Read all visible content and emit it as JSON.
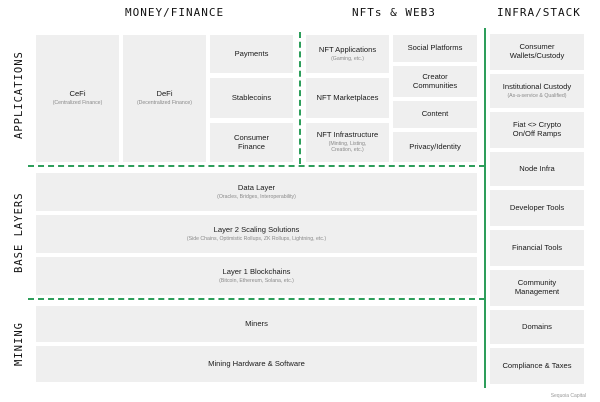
{
  "headers": {
    "money": "MONEY/FINANCE",
    "nft": "NFTs & WEB3",
    "infra": "INFRA/STACK"
  },
  "rows": {
    "applications": "APPLICATIONS",
    "base_layers": "BASE LAYERS",
    "mining": "MINING"
  },
  "boxes": {
    "cefi": {
      "title": "CeFi",
      "sub": "(Centralized Finance)"
    },
    "defi": {
      "title": "DeFi",
      "sub": "(Decentralized Finance)"
    },
    "payments": {
      "title": "Payments"
    },
    "stablecoins": {
      "title": "Stablecoins"
    },
    "consumer_finance": {
      "title": "Consumer\nFinance"
    },
    "nft_applications": {
      "title": "NFT Applications",
      "sub": "(Gaming, etc.)"
    },
    "nft_marketplaces": {
      "title": "NFT Marketplaces"
    },
    "nft_infrastructure": {
      "title": "NFT Infrastructure",
      "sub": "(Minting, Listing,\nCreation, etc.)"
    },
    "social_platforms": {
      "title": "Social Platforms"
    },
    "creator_communities": {
      "title": "Creator\nCommunities"
    },
    "content": {
      "title": "Content"
    },
    "privacy_identity": {
      "title": "Privacy/Identity"
    },
    "data_layer": {
      "title": "Data Layer",
      "sub": "(Oracles, Bridges, Interoperability)"
    },
    "layer2": {
      "title": "Layer 2 Scaling Solutions",
      "sub": "(Side Chains, Optimistic Rollups, ZK Rollups, Lightning, etc.)"
    },
    "layer1": {
      "title": "Layer 1 Blockchains",
      "sub": "(Bitcoin, Ethereum, Solana, etc.)"
    },
    "miners": {
      "title": "Miners"
    },
    "mining_hw": {
      "title": "Mining Hardware & Software"
    },
    "consumer_wallets": {
      "title": "Consumer\nWallets/Custody"
    },
    "institutional_custody": {
      "title": "Institutional Custody",
      "sub": "(As-a-service & Qualified)"
    },
    "fiat_ramps": {
      "title": "Fiat <> Crypto\nOn/Off Ramps"
    },
    "node_infra": {
      "title": "Node Infra"
    },
    "developer_tools": {
      "title": "Developer Tools"
    },
    "financial_tools": {
      "title": "Financial Tools"
    },
    "community_management": {
      "title": "Community\nManagement"
    },
    "domains": {
      "title": "Domains"
    },
    "compliance": {
      "title": "Compliance & Taxes"
    }
  },
  "credit": "Sequoia Capital",
  "colors": {
    "accent": "#2e9e5b",
    "box": "#efefef"
  }
}
